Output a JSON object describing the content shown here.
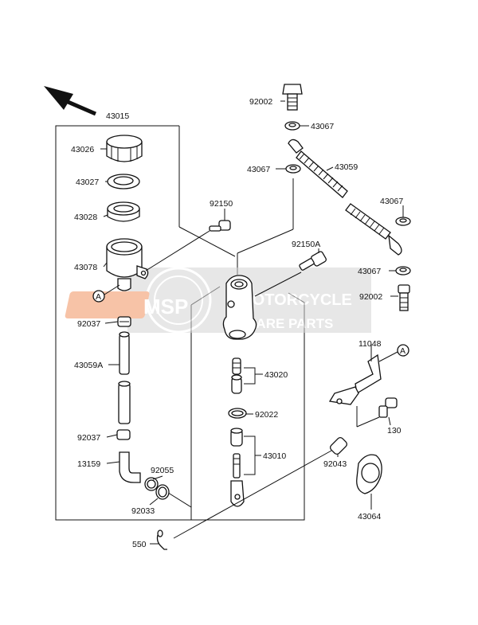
{
  "watermark": {
    "logo_text": "MSP",
    "line1": "MOTORCYCLE",
    "line2": "SPARE PARTS"
  },
  "labels": {
    "l43015": "43015",
    "l43026": "43026",
    "l43027": "43027",
    "l43028": "43028",
    "l43078": "43078",
    "lA1": "A",
    "l92037a": "92037",
    "l43059A": "43059A",
    "l92037b": "92037",
    "l13159": "13159",
    "l92055": "92055",
    "l92033": "92033",
    "l550": "550",
    "l92150": "92150",
    "l92150A": "92150A",
    "l92002a": "92002",
    "l43067a": "43067",
    "l43067b": "43067",
    "l43059": "43059",
    "l43067c": "43067",
    "l43067d": "43067",
    "l92002b": "92002",
    "l43020": "43020",
    "l92022": "92022",
    "l43010": "43010",
    "l92043": "92043",
    "l11048": "11048",
    "lA2": "A",
    "l130": "130",
    "l43064": "43064"
  }
}
